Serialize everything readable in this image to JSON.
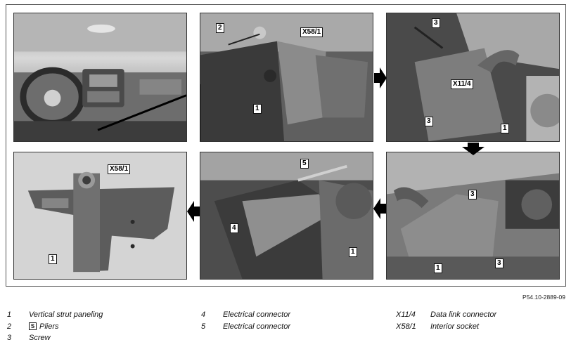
{
  "figure_ref": "P54.10-2889-09",
  "callouts": {
    "p2": {
      "a": "2",
      "b": "X58/1",
      "c": "1"
    },
    "p3": {
      "a": "3",
      "b": "X11/4",
      "c": "3",
      "d": "1"
    },
    "p4": {
      "a": "X58/1",
      "b": "1"
    },
    "p5": {
      "a": "5",
      "b": "4",
      "c": "1"
    },
    "p6": {
      "a": "3",
      "b": "1",
      "c": "3"
    }
  },
  "legend": [
    [
      {
        "key": "1",
        "text": "Vertical strut paneling",
        "icon": ""
      },
      {
        "key": "2",
        "text": "Pliers",
        "icon": "pliers-tool-symbol"
      },
      {
        "key": "3",
        "text": "Screw",
        "icon": ""
      }
    ],
    [
      {
        "key": "4",
        "text": "Electrical connector",
        "icon": ""
      },
      {
        "key": "5",
        "text": "Electrical connector",
        "icon": ""
      }
    ],
    [
      {
        "key": "X11/4",
        "text": "Data link connector",
        "icon": ""
      },
      {
        "key": "X58/1",
        "text": "Interior socket",
        "icon": ""
      }
    ]
  ],
  "pliers_symbol": "S"
}
